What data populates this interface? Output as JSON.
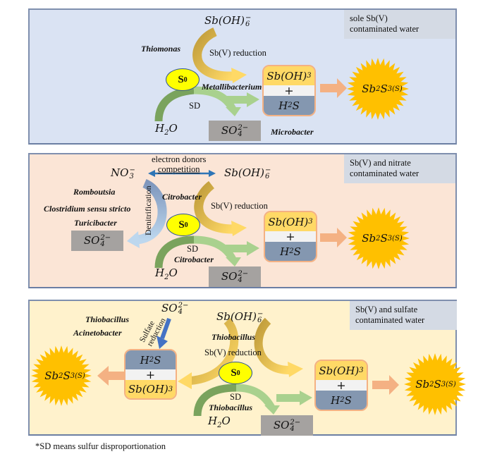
{
  "footnote": "*SD means sulfur disproportionation",
  "colors": {
    "panel1_bg": "#dae3f3",
    "panel2_bg": "#fbe5d6",
    "panel3_bg": "#fff2cc",
    "s0_fill": "#ffff00",
    "sun_fill": "#ffc000",
    "sulfate_box": "#a5a2a0",
    "sb_oh3_band": "#ffd966",
    "h2s_band": "#8497b0"
  },
  "icons": {
    "sun": "starburst-icon",
    "s0": "ellipse-icon",
    "arrow": "curved-arrow-icon"
  },
  "panels": [
    {
      "tag_line1": "sole Sb(V)",
      "tag_line2": "contaminated water",
      "sb_oh6": "Sb(OH)",
      "sb_oh6_sub": "6",
      "sb_oh6_sup": "−",
      "bacteria_top": "Thiomonas",
      "sb_reduction": "Sb(V) reduction",
      "s0": "S",
      "s0_sup": "0",
      "bacteria_mid": "Metallibacterium",
      "sd": "SD",
      "h2o": "H",
      "h2o_sub": "2",
      "h2o_tail": "O",
      "so4": "SO",
      "so4_sub": "4",
      "so4_sup": "2−",
      "bacteria_bottom": "Microbacter",
      "prod_top": "Sb(OH)",
      "prod_top_sub": "3",
      "plus": "+",
      "prod_bottom": "H",
      "prod_bottom_sub": "2",
      "prod_bottom_tail": "S",
      "final": "Sb",
      "final_sub1": "2",
      "final_mid": "S",
      "final_sub2": "3(S)"
    },
    {
      "tag_line1": "Sb(V) and nitrate",
      "tag_line2": "contaminated water",
      "competition_line1": "electron donors",
      "competition_line2": "competition",
      "no3": "NO",
      "no3_sub": "3",
      "no3_sup": "−",
      "sb_oh6": "Sb(OH)",
      "sb_oh6_sub": "6",
      "sb_oh6_sup": "−",
      "denitrifiers": [
        "Romboutsia",
        "Clostridium sensu stricto",
        "Turicibacter"
      ],
      "denitrification": "Denitrification",
      "bacteria_top": "Citrobacter",
      "sb_reduction": "Sb(V) reduction",
      "s0": "S",
      "s0_sup": "0",
      "sd": "SD",
      "bacteria_sd": "Citrobacter",
      "h2o": "H",
      "h2o_sub": "2",
      "h2o_tail": "O",
      "so4": "SO",
      "so4_sub": "4",
      "so4_sup": "2−",
      "prod_top": "Sb(OH)",
      "prod_top_sub": "3",
      "plus": "+",
      "prod_bottom": "H",
      "prod_bottom_sub": "2",
      "prod_bottom_tail": "S",
      "final": "Sb",
      "final_sub1": "2",
      "final_mid": "S",
      "final_sub2": "3(S)"
    },
    {
      "tag_line1": "Sb(V) and sulfate",
      "tag_line2": "contaminated water",
      "sulfate_reducers": [
        "Thiobacillus",
        "Acinetobacter"
      ],
      "sulfate_reduction_line1": "Sulfate",
      "sulfate_reduction_line2": "reduction",
      "so4_in": "SO",
      "so4_in_sub": "4",
      "so4_in_sup": "2−",
      "sb_oh6": "Sb(OH)",
      "sb_oh6_sub": "6",
      "sb_oh6_sup": "−",
      "bacteria_top": "Thiobacillus",
      "sb_reduction": "Sb(V) reduction",
      "s0": "S",
      "s0_sup": "0",
      "sd": "SD",
      "bacteria_sd": "Thiobacillus",
      "h2o": "H",
      "h2o_sub": "2",
      "h2o_tail": "O",
      "so4": "SO",
      "so4_sub": "4",
      "so4_sup": "2−",
      "left_prod_top": "H",
      "left_prod_top_sub": "2",
      "left_prod_top_tail": "S",
      "left_prod_bottom": "Sb(OH)",
      "left_prod_bottom_sub": "3",
      "prod_top": "Sb(OH)",
      "prod_top_sub": "3",
      "plus": "+",
      "prod_bottom": "H",
      "prod_bottom_sub": "2",
      "prod_bottom_tail": "S",
      "final": "Sb",
      "final_sub1": "2",
      "final_mid": "S",
      "final_sub2": "3(S)"
    }
  ]
}
